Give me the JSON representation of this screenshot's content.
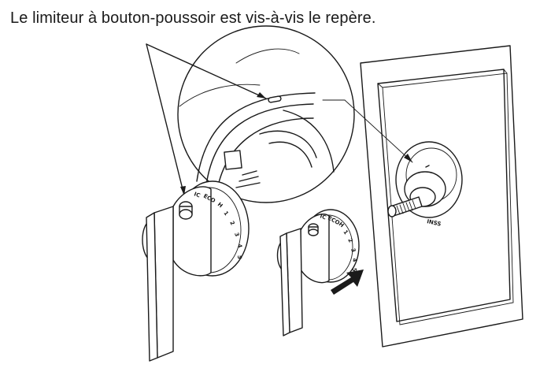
{
  "caption": "Le limiteur à bouton-poussoir est vis-à-vis le repère.",
  "scale_left": [
    "IC",
    "ECO",
    "H",
    "1",
    "2",
    "3",
    "4",
    "5"
  ],
  "scale_right": [
    "IC",
    "ECO",
    "H",
    "1",
    "2",
    "3",
    "4",
    "5"
  ],
  "icons": {
    "arrow": "insertion-arrow-icon",
    "plate": "wall-plate-icon"
  },
  "colors": {
    "line": "#1a1a1a",
    "background": "#ffffff",
    "shade": "#d8d8d8"
  }
}
